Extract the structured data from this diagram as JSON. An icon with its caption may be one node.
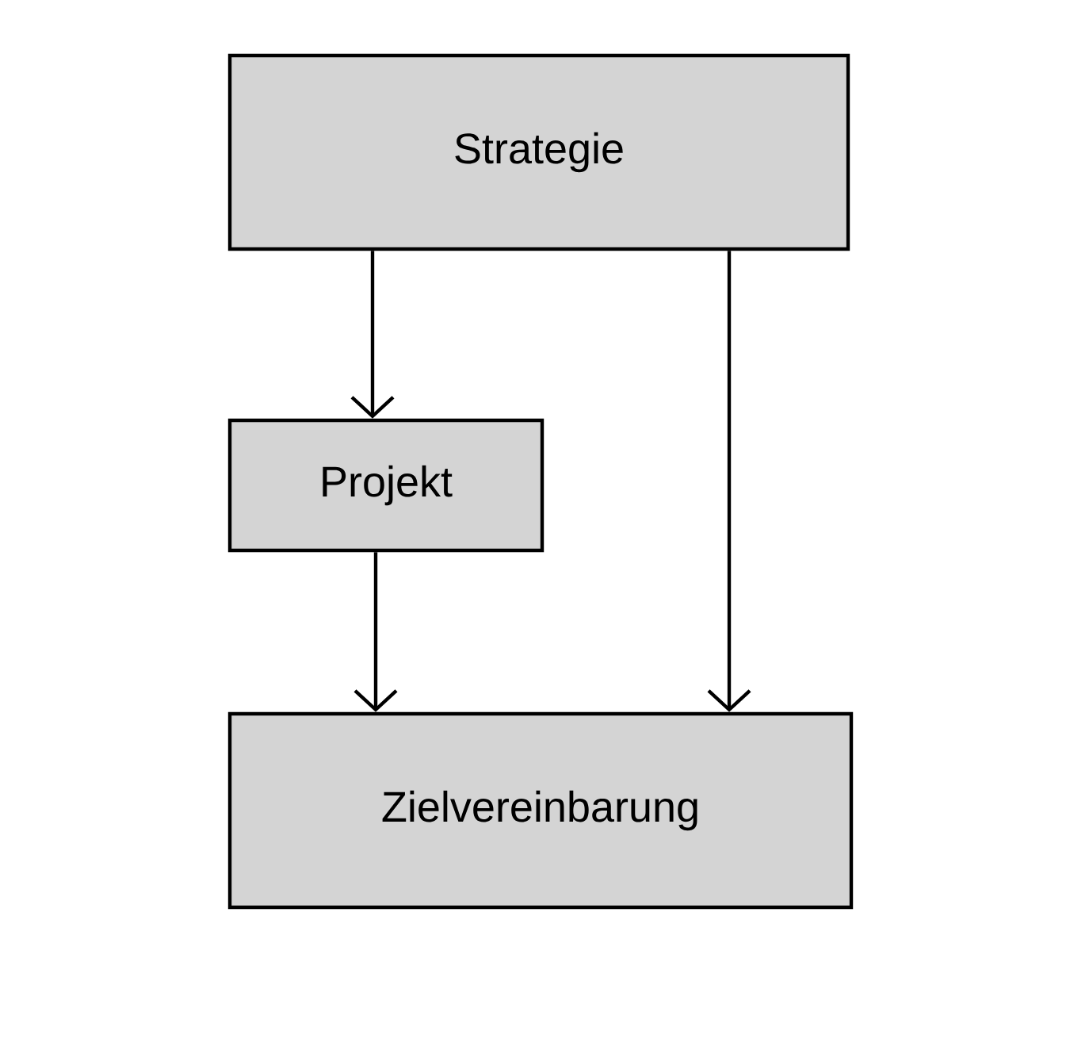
{
  "diagram": {
    "nodes": [
      {
        "text": [
          "Strategie"
        ]
      },
      {
        "text": [
          "Projekt"
        ]
      },
      {
        "text": [
          "Zielvereinbarung"
        ]
      }
    ],
    "edges": [
      {
        "from": 0,
        "to": 1,
        "arrow": "to"
      },
      {
        "from": 1,
        "to": 2,
        "arrow": "to"
      },
      {
        "from": 0,
        "to": 2,
        "arrow": "to"
      }
    ]
  }
}
